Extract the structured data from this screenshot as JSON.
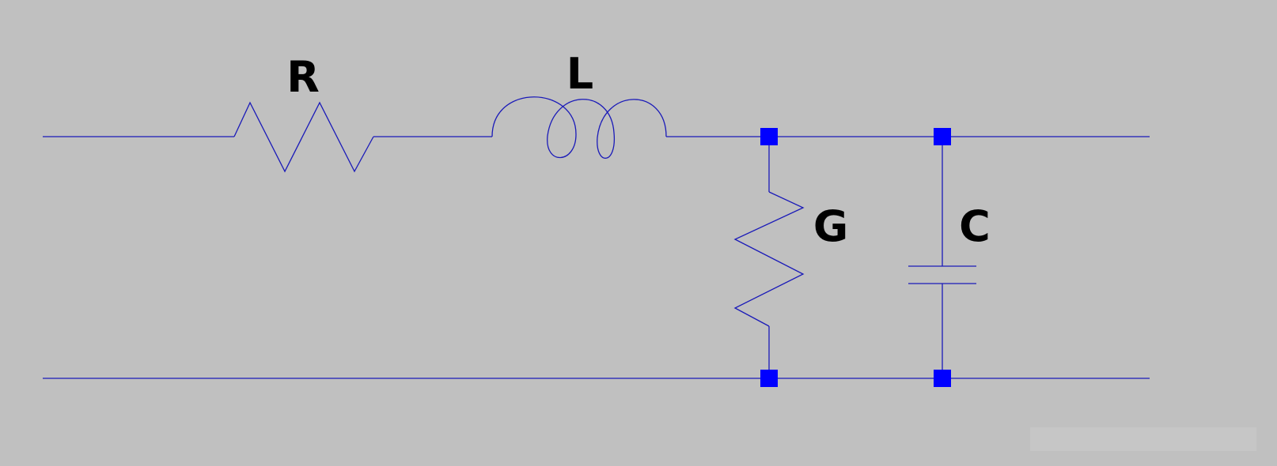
{
  "diagram": {
    "type": "circuit-schematic",
    "components": [
      {
        "id": "R",
        "kind": "resistor",
        "label": "R",
        "orientation": "horizontal",
        "branch": "series"
      },
      {
        "id": "L",
        "kind": "inductor",
        "label": "L",
        "orientation": "horizontal",
        "branch": "series"
      },
      {
        "id": "G",
        "kind": "resistor",
        "label": "G",
        "orientation": "vertical",
        "branch": "shunt"
      },
      {
        "id": "C",
        "kind": "capacitor",
        "label": "C",
        "orientation": "vertical",
        "branch": "shunt"
      }
    ],
    "colors": {
      "background": "#c0c0c0",
      "wire": "#1a1ab8",
      "junction": "#0000ff",
      "label": "#000000"
    }
  }
}
